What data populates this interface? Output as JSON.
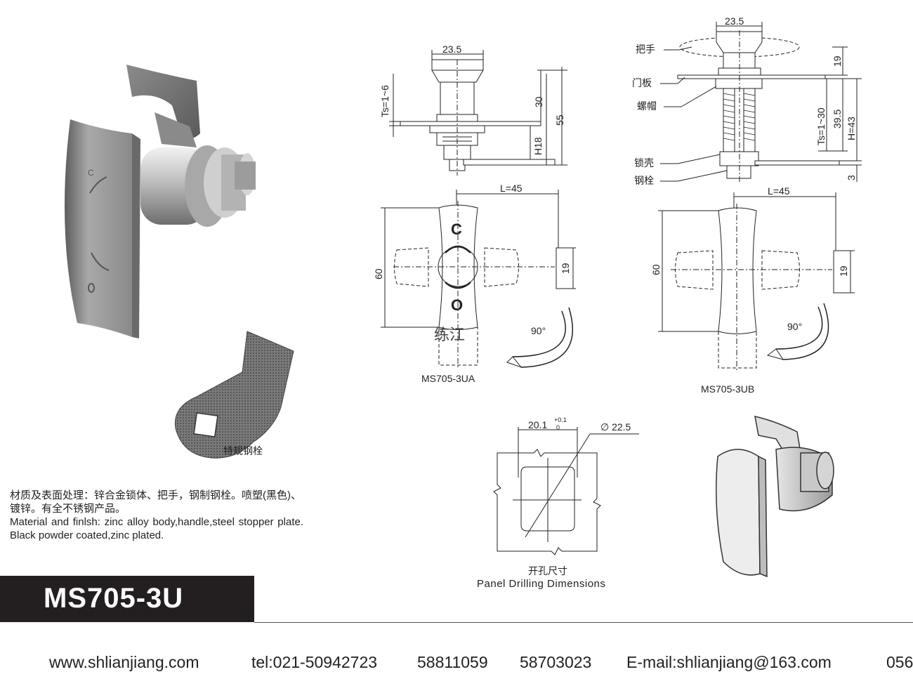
{
  "product": {
    "model": "MS705-3U",
    "material_cn": "材质及表面处理：锌合金锁体、把手，钢制钢栓。喷塑(黑色)、镀锌。有全不锈钢产品。",
    "material_en": "Material and finlsh: zinc alloy body,handle,steel stopper plate. Black powder coated,zinc plated.",
    "cam_label": "特规钢栓"
  },
  "drawing_ua": {
    "model": "MS705-3UA",
    "dim_top_width": "23.5",
    "dim_ts": "Ts=1~6",
    "dim_30": "30",
    "dim_55": "55",
    "dim_h18": "H18",
    "dim_l": "L=45",
    "dim_60": "60",
    "dim_19": "19",
    "angle": "90°",
    "mark_c": "C",
    "mark_o": "O",
    "watermark": "练江"
  },
  "drawing_ub": {
    "model": "MS705-3UB",
    "dim_top_width": "23.5",
    "dim_19": "19",
    "dim_ts": "Ts=1~30",
    "dim_39_5": "39.5",
    "dim_h43": "H=43",
    "dim_3": "3",
    "dim_l": "L=45",
    "dim_60": "60",
    "dim_19b": "19",
    "angle": "90°",
    "labels": {
      "handle": "把手",
      "door_panel": "门板",
      "nut": "螺帽",
      "lock_body": "锁壳",
      "cam": "钢栓"
    }
  },
  "drilling": {
    "dim_width": "20.1",
    "tol_upper": "+0.1",
    "tol_lower": "0",
    "dim_diameter": "∅ 22.5",
    "caption_cn": "开孔尺寸",
    "caption_en": "Panel Drilling Dimensions"
  },
  "footer": {
    "website": "www.shlianjiang.com",
    "tel": "tel:021-50942723",
    "phone2": "58811059",
    "phone3": "58703023",
    "email": "E-mail:shlianjiang@163.com",
    "extra": "056"
  },
  "colors": {
    "ink": "#222222",
    "model_bar": "#231f20",
    "metal_light": "#d9d9d9",
    "metal_dark": "#6e6e6e"
  }
}
